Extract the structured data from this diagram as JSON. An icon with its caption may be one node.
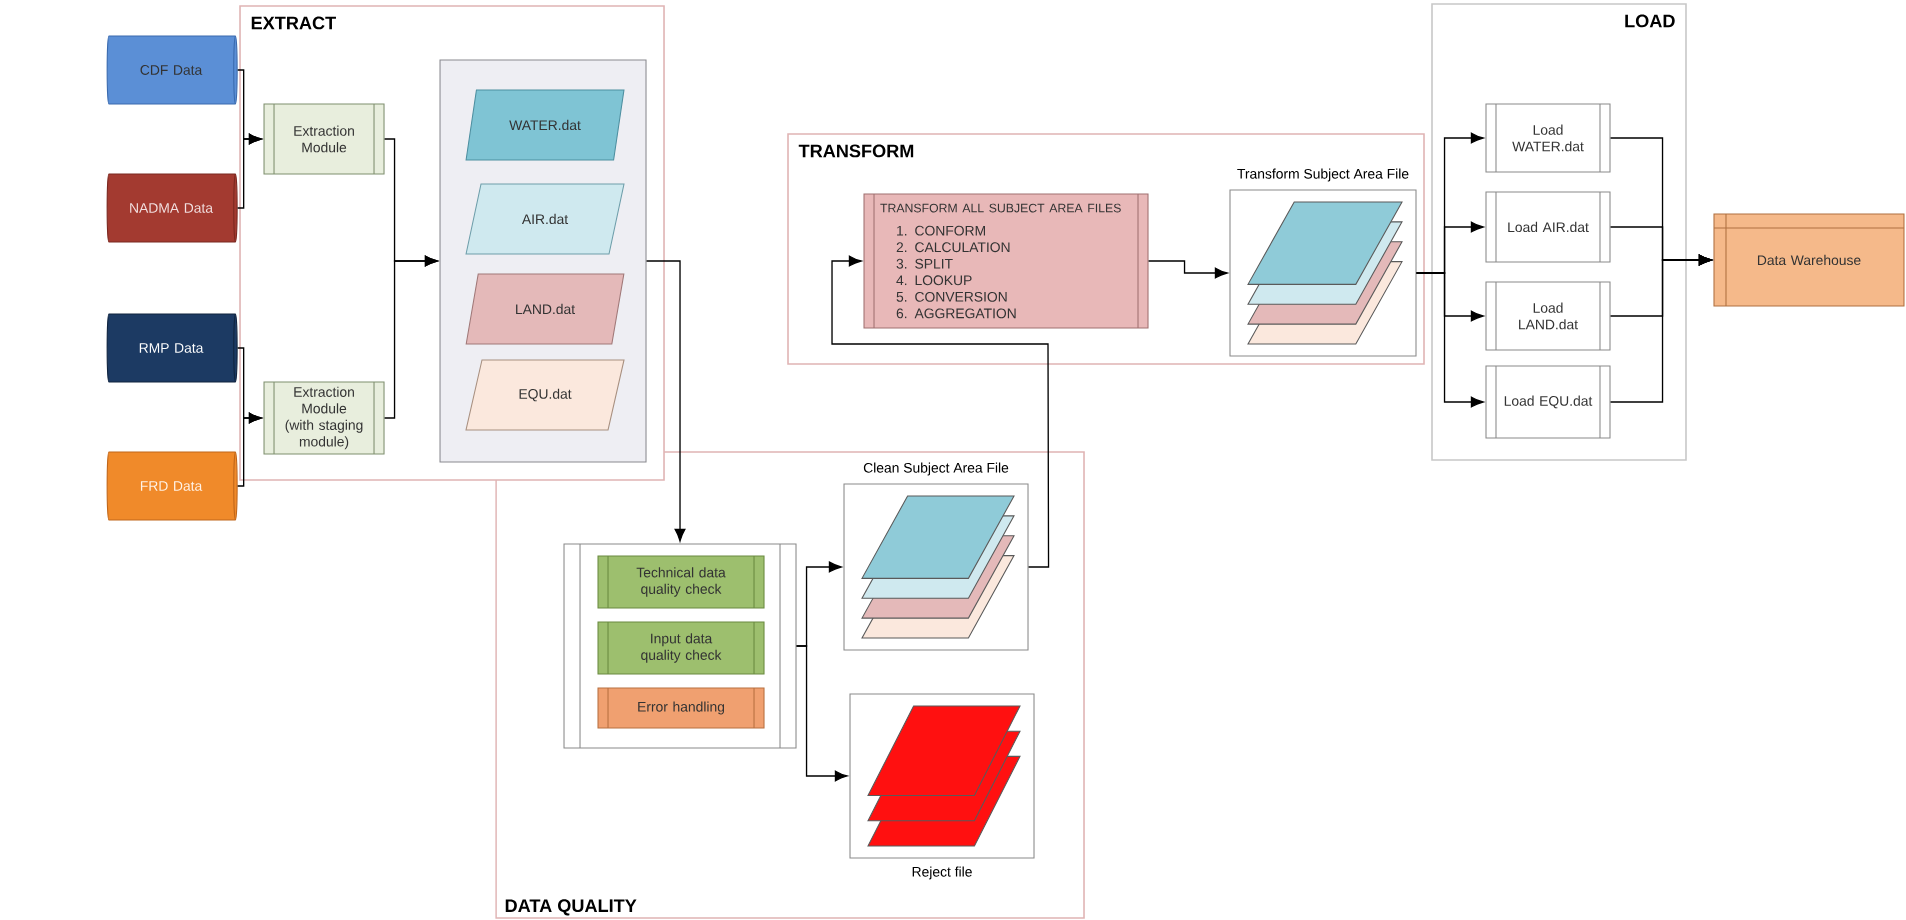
{
  "diagram": {
    "nodes": [
      {
        "text": [
          "EXTRACT"
        ]
      },
      {
        "text": [
          "CDF Data"
        ]
      },
      {
        "text": [
          "NADMA Data"
        ]
      },
      {
        "text": [
          "RMP Data"
        ]
      },
      {
        "text": [
          "FRD Data"
        ]
      },
      {
        "text": [
          "Extraction Module"
        ],
        "in": 0
      },
      {
        "text": [
          "Extraction Module (with staging module)"
        ],
        "in": 0
      },
      {
        "text": [],
        "shape": "box",
        "in": 0
      },
      {
        "text": [
          "WATER.dat"
        ],
        "in": 7
      },
      {
        "text": [
          "AIR.dat"
        ],
        "in": 7
      },
      {
        "text": [
          "LAND.dat"
        ],
        "in": 7
      },
      {
        "text": [
          "EQU.dat"
        ],
        "in": 7
      },
      {
        "text": [
          "DATA QUALITY"
        ]
      },
      {
        "text": [],
        "shape": "box",
        "in": 12
      },
      {
        "text": [
          "Technical data quality check"
        ],
        "in": 13
      },
      {
        "text": [
          "Input data quality check"
        ],
        "in": 13
      },
      {
        "text": [
          "Error handling"
        ],
        "in": 13
      },
      {
        "text": [
          "Clean Subject Area File"
        ],
        "in": 12
      },
      {
        "text": [
          "Reject file"
        ],
        "in": 12
      },
      {
        "text": [
          "TRANSFORM"
        ]
      },
      {
        "text": [
          "TRANSFORM ALL SUBJECT AREA FILES",
          "1. CONFORM",
          "2. CALCULATION",
          "3. SPLIT",
          "4. LOOKUP",
          "5. CONVERSION",
          "6. AGGREGATION"
        ],
        "in": 19
      },
      {
        "text": [
          "Transform Subject Area File"
        ],
        "in": 19
      },
      {
        "text": [
          "LOAD"
        ]
      },
      {
        "text": [
          "Load WATER.dat"
        ],
        "in": 22
      },
      {
        "text": [
          "Load AIR.dat"
        ],
        "in": 22
      },
      {
        "text": [
          "Load LAND.dat"
        ],
        "in": 22
      },
      {
        "text": [
          "Load EQU.dat"
        ],
        "in": 22
      },
      {
        "text": [
          "Data Warehouse"
        ]
      }
    ],
    "edges": [
      {
        "from": 1,
        "to": 5,
        "arrow": "to"
      },
      {
        "from": 2,
        "to": 5,
        "arrow": "to"
      },
      {
        "from": 3,
        "to": 6,
        "arrow": "to"
      },
      {
        "from": 4,
        "to": 6,
        "arrow": "to"
      },
      {
        "from": 5,
        "to": 7,
        "arrow": "to"
      },
      {
        "from": 6,
        "to": 7,
        "arrow": "to"
      },
      {
        "from": 7,
        "to": 13,
        "arrow": "to"
      },
      {
        "from": 13,
        "to": 17,
        "arrow": "to"
      },
      {
        "from": 13,
        "to": 18,
        "arrow": "to"
      },
      {
        "from": 17,
        "to": 20,
        "arrow": "to"
      },
      {
        "from": 20,
        "to": 21,
        "arrow": "to"
      },
      {
        "from": 21,
        "to": 23,
        "arrow": "to"
      },
      {
        "from": 21,
        "to": 24,
        "arrow": "to"
      },
      {
        "from": 21,
        "to": 25,
        "arrow": "to"
      },
      {
        "from": 21,
        "to": 26,
        "arrow": "to"
      },
      {
        "from": 23,
        "to": 27,
        "arrow": "to"
      },
      {
        "from": 24,
        "to": 27,
        "arrow": "to"
      },
      {
        "from": 25,
        "to": 27,
        "arrow": "to"
      },
      {
        "from": 26,
        "to": 27,
        "arrow": "to"
      }
    ]
  }
}
